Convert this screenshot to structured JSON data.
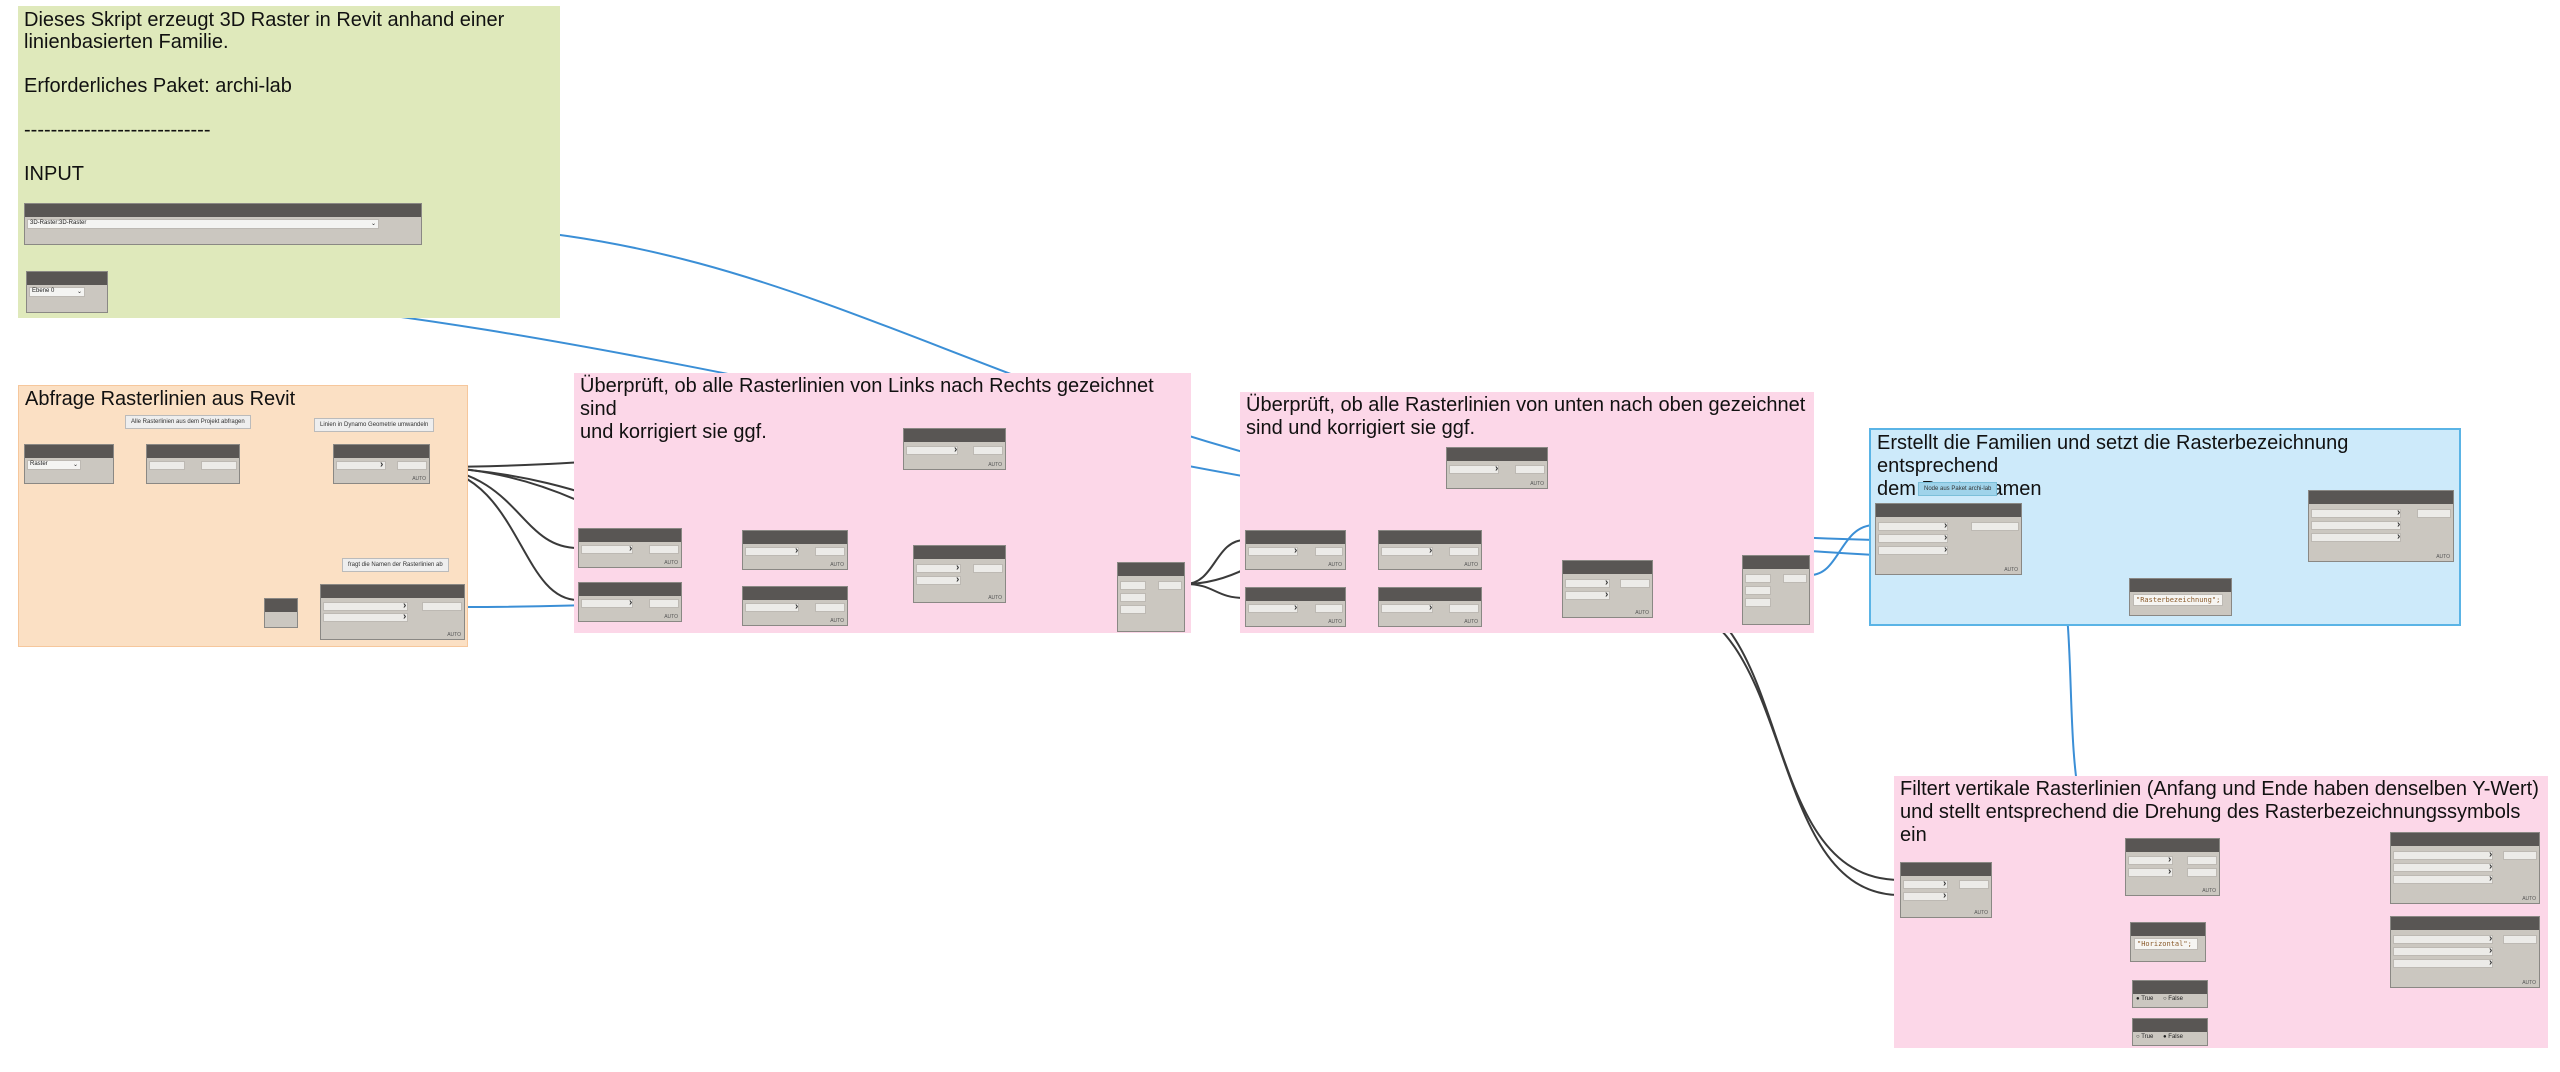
{
  "groups": {
    "intro": {
      "title": "Dieses Skript erzeugt 3D Raster in Revit anhand einer\nlinienbasierten Familie.\n\nErforderliches Paket: archi-lab\n\n----------------------------\n\nINPUT"
    },
    "abfrage": {
      "title": "Abfrage Rasterlinien aus Revit"
    },
    "links_rechts": {
      "title": "Überprüft, ob alle Rasterlinien von Links nach Rechts gezeichnet sind\nund korrigiert sie ggf."
    },
    "unten_oben": {
      "title": "Überprüft, ob alle Rasterlinien von unten nach oben gezeichnet\nsind und korrigiert sie ggf."
    },
    "erstellt": {
      "title": "Erstellt die Familien und setzt die Rasterbezeichnung entsprechend\ndem Rasternamen"
    },
    "filtert": {
      "title": "Filtert vertikale Rasterlinien (Anfang und Ende haben denselben Y-Wert)\nund stellt entsprechend die Drehung des Rasterbezeichnungssymbols ein"
    }
  },
  "notes": {
    "alle_rasterlinien": "Alle Rasterlinien aus dem Projekt abfragen",
    "linien_dynamo": "Linien in Dynamo Geometrie umwandeln",
    "fragt_namen": "fragt die Namen der Rasterlinien ab",
    "nodes_archilab": "Node aus Paket archi-lab"
  },
  "inputs": {
    "family_type": "3D-Raster:3D-Raster",
    "level": "Ebene 0",
    "category": "Raster",
    "code_rasterbezeichnung": "\"Rasterbezeichnung\";",
    "code_horizontal": "\"Horizontal\";",
    "bool_true": "True",
    "bool_false": "False"
  },
  "node_label": "AUTO",
  "colors": {
    "wire_dark": "#3a3a3a",
    "wire_blue": "#3b8fd6",
    "node_header": "#595654",
    "node_body": "#cbc7c0"
  }
}
